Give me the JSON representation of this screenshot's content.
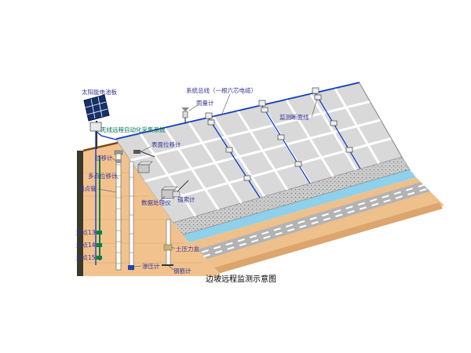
{
  "title": "边坡远程监测示意图",
  "colors": {
    "slope_surface": "#d9d9d9",
    "grid_line": "#ffffff",
    "soil_face": "#f2c28e",
    "ground": "#eec08c",
    "road": "#b3b3b3",
    "channel": "#8fd0ea",
    "cable": "#0033cc",
    "borehole_green": "#0a8040",
    "label": "#333399",
    "label_green": "#007050"
  },
  "labels": {
    "solar_panel": "太阳能电池板",
    "system_bus": "系统总线（一根六芯电缆）",
    "rain_gauge": "雨量计",
    "section_line": "监测断面线",
    "wireless_system": "无线远程自动化采集系统",
    "surface_displacement": "表面位移计",
    "displacement": "位移计",
    "multi_point_displacement": "多点位移计",
    "survey_tube": "测点管",
    "data_processor": "数据处理仪",
    "anchor_meter": "锚索计",
    "point_13": "测点13",
    "point_14": "测点14",
    "point_15": "测点15",
    "seepage_meter": "渗压计",
    "earth_pressure_cell": "土压力盒",
    "rebar_meter": "钢筋计"
  }
}
